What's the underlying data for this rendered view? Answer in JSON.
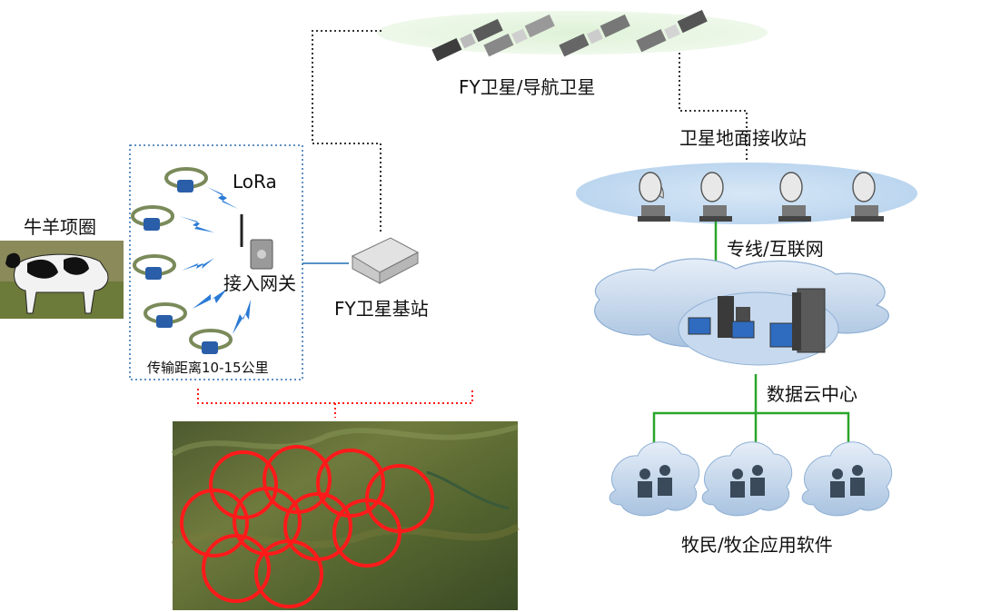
{
  "labels": {
    "satellite": "FY卫星/导航卫星",
    "ground_station": "卫星地面接收站",
    "dedicated_line": "专线/互联网",
    "data_cloud": "数据云中心",
    "herder_software": "牧民/牧企应用软件",
    "cattle_collar": "牛羊项圈",
    "lora": "LoRa",
    "access_gateway": "接入网关",
    "fy_base_station": "FY卫星基站",
    "transmission_range": "传输距离10-15公里"
  },
  "colors": {
    "dotted_link": "#333333",
    "blue_link": "#1f6fb5",
    "green_link": "#2aa52a",
    "red_coverage": "#ff1a1a",
    "lightning": "#2a7ad6",
    "cloud_fill": "#cfe0f2",
    "ellipse_fill": "#d4e6f7"
  }
}
